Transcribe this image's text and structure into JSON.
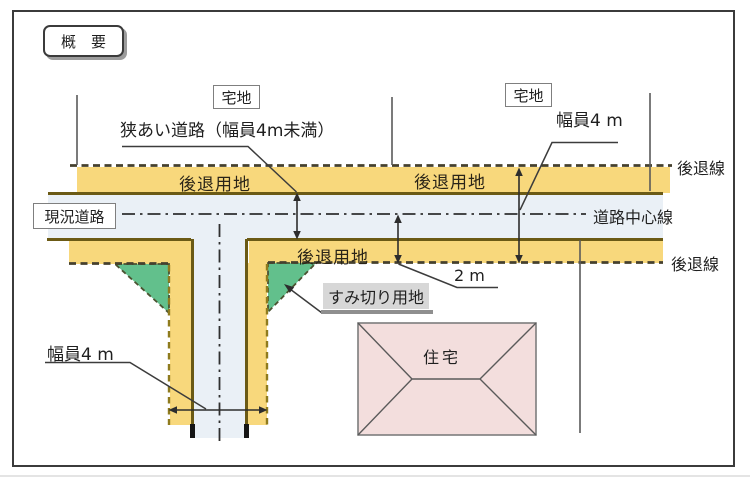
{
  "badge": {
    "label": "概　要"
  },
  "labels": {
    "lot_top_left": "宅地",
    "lot_top_right": "宅地",
    "narrow_road": "狭あい道路（幅員4m未満）",
    "width_4m_top": "幅員4 m",
    "width_4m_bottom": "幅員4 m",
    "setback_line_top": "後退線",
    "setback_line_bottom": "後退線",
    "setback_area_top_left": "後退用地",
    "setback_area_top_right": "後退用地",
    "setback_area_bottom": "後退用地",
    "existing_road": "現況道路",
    "road_center_line": "道路中心線",
    "dim_2m": "2 m",
    "corner_cut_area": "すみ切り用地",
    "house": "住宅"
  },
  "colors": {
    "setback_band_yellow": "#f8d87c",
    "road_surface": "#eaf0f6",
    "corner_cut_green": "#62c08c",
    "house_pink": "#f3dedd",
    "road_edge_brown": "#6b5a15",
    "setback_dash": "#45402e",
    "frame_border": "#3b3b3b"
  }
}
